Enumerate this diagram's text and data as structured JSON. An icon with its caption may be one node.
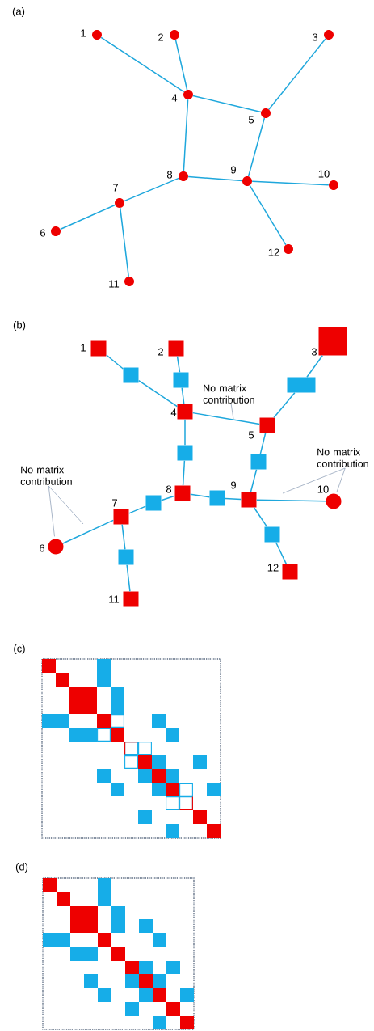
{
  "diagram": {
    "nodes": [
      {
        "text": [],
        "shape": "circle",
        "beside": [
          "1"
        ]
      },
      {
        "text": [],
        "shape": "circle",
        "beside": [
          "2"
        ]
      },
      {
        "text": [],
        "shape": "circle",
        "beside": [
          "3"
        ]
      },
      {
        "text": [],
        "shape": "circle",
        "beside": [
          "4"
        ]
      },
      {
        "text": [],
        "shape": "circle",
        "beside": [
          "5"
        ]
      },
      {
        "text": [],
        "shape": "circle",
        "beside": [
          "6"
        ]
      },
      {
        "text": [],
        "shape": "circle",
        "beside": [
          "7"
        ]
      },
      {
        "text": [],
        "shape": "circle",
        "beside": [
          "8"
        ]
      },
      {
        "text": [],
        "shape": "circle",
        "beside": [
          "9"
        ]
      },
      {
        "text": [],
        "shape": "circle",
        "beside": [
          "10"
        ]
      },
      {
        "text": [],
        "shape": "circle",
        "beside": [
          "11"
        ]
      },
      {
        "text": [],
        "shape": "circle",
        "beside": [
          "12"
        ]
      },
      {
        "text": [],
        "shape": "box",
        "beside": [
          "1"
        ]
      },
      {
        "text": [],
        "shape": "box",
        "beside": [
          "2"
        ]
      },
      {
        "text": [],
        "shape": "box",
        "beside": [
          "3"
        ]
      },
      {
        "text": [],
        "shape": "box",
        "beside": [
          "4"
        ]
      },
      {
        "text": [],
        "shape": "box",
        "beside": [
          "5"
        ]
      },
      {
        "text": [],
        "shape": "circle",
        "beside": [
          "6"
        ]
      },
      {
        "text": [],
        "shape": "box",
        "beside": [
          "7"
        ]
      },
      {
        "text": [],
        "shape": "box",
        "beside": [
          "8"
        ]
      },
      {
        "text": [],
        "shape": "box",
        "beside": [
          "9"
        ]
      },
      {
        "text": [],
        "shape": "circle",
        "beside": [
          "10"
        ]
      },
      {
        "text": [],
        "shape": "box",
        "beside": [
          "11"
        ]
      },
      {
        "text": [],
        "shape": "box",
        "beside": [
          "12"
        ]
      },
      {
        "text": [],
        "shape": "box"
      },
      {
        "text": [],
        "shape": "box"
      },
      {
        "text": [],
        "shape": "box"
      },
      {
        "text": [],
        "shape": "box"
      },
      {
        "text": [],
        "shape": "box"
      },
      {
        "text": [],
        "shape": "box"
      },
      {
        "text": [],
        "shape": "box"
      },
      {
        "text": [],
        "shape": "box"
      },
      {
        "text": [],
        "shape": "box"
      },
      {
        "text": [
          "No matrix contribution"
        ]
      },
      {
        "text": [
          "No matrix contribution"
        ]
      },
      {
        "text": [
          "No matrix contribution"
        ]
      }
    ],
    "edges": [
      {
        "from": 0,
        "to": 3,
        "arrow": "none"
      },
      {
        "from": 1,
        "to": 3,
        "arrow": "none"
      },
      {
        "from": 2,
        "to": 4,
        "arrow": "none"
      },
      {
        "from": 3,
        "to": 4,
        "arrow": "none"
      },
      {
        "from": 3,
        "to": 7,
        "arrow": "none"
      },
      {
        "from": 4,
        "to": 8,
        "arrow": "none"
      },
      {
        "from": 7,
        "to": 8,
        "arrow": "none"
      },
      {
        "from": 6,
        "to": 7,
        "arrow": "none"
      },
      {
        "from": 5,
        "to": 6,
        "arrow": "none"
      },
      {
        "from": 6,
        "to": 10,
        "arrow": "none"
      },
      {
        "from": 8,
        "to": 9,
        "arrow": "none"
      },
      {
        "from": 8,
        "to": 11,
        "arrow": "none"
      },
      {
        "from": 12,
        "to": 24,
        "arrow": "none"
      },
      {
        "from": 24,
        "to": 15,
        "arrow": "none"
      },
      {
        "from": 13,
        "to": 25,
        "arrow": "none"
      },
      {
        "from": 25,
        "to": 15,
        "arrow": "none"
      },
      {
        "from": 14,
        "to": 26,
        "arrow": "none"
      },
      {
        "from": 26,
        "to": 16,
        "arrow": "none"
      },
      {
        "from": 15,
        "to": 16,
        "arrow": "none"
      },
      {
        "from": 15,
        "to": 27,
        "arrow": "none"
      },
      {
        "from": 27,
        "to": 19,
        "arrow": "none"
      },
      {
        "from": 16,
        "to": 28,
        "arrow": "none"
      },
      {
        "from": 28,
        "to": 20,
        "arrow": "none"
      },
      {
        "from": 18,
        "to": 29,
        "arrow": "none"
      },
      {
        "from": 29,
        "to": 19,
        "arrow": "none"
      },
      {
        "from": 19,
        "to": 30,
        "arrow": "none"
      },
      {
        "from": 30,
        "to": 20,
        "arrow": "none"
      },
      {
        "from": 17,
        "to": 18,
        "arrow": "none"
      },
      {
        "from": 18,
        "to": 31,
        "arrow": "none"
      },
      {
        "from": 31,
        "to": 22,
        "arrow": "none"
      },
      {
        "from": 20,
        "to": 21,
        "arrow": "none"
      },
      {
        "from": 20,
        "to": 32,
        "arrow": "none"
      },
      {
        "from": 32,
        "to": 23,
        "arrow": "none"
      },
      {
        "from": 33,
        "to": null,
        "arrow": "none",
        "color": "#8497b0"
      },
      {
        "from": 34,
        "to": null,
        "arrow": "none",
        "color": "#8497b0"
      },
      {
        "from": 34,
        "to": 21,
        "arrow": "none",
        "color": "#8497b0"
      },
      {
        "from": 35,
        "to": null,
        "arrow": "none",
        "color": "#8497b0"
      },
      {
        "from": 35,
        "to": 17,
        "arrow": "none",
        "color": "#8497b0"
      }
    ],
    "labels": [
      "(a)",
      "(b)",
      "(c)",
      "(d)"
    ]
  }
}
